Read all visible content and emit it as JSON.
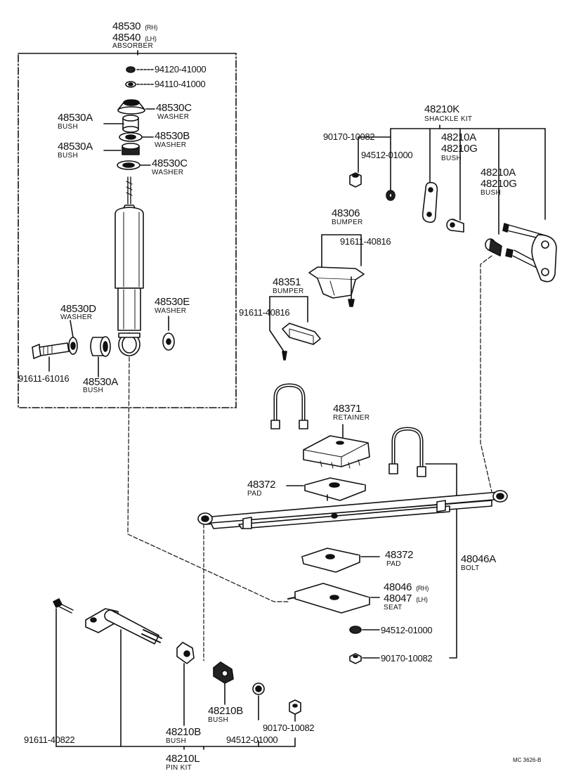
{
  "labels": {
    "absorber_rh": "48530",
    "absorber_lh": "48540",
    "rh": "(RH)",
    "lh": "(LH)",
    "absorber": "ABSORBER",
    "nut_94120": "94120-41000",
    "nut_94110": "94110-41000",
    "washer_48530C_top": "48530C",
    "washer": "WASHER",
    "bush_48530A_top": "48530A",
    "bush": "BUSH",
    "washer_48530B": "48530B",
    "bush_48530A_mid": "48530A",
    "washer_48530C_mid": "48530C",
    "washer_48530D": "48530D",
    "washer_48530E": "48530E",
    "bolt_91611_61016": "91611-61016",
    "bush_48530A_low": "48530A",
    "shackle_kit_no": "48210K",
    "shackle_kit": "SHACKLE KIT",
    "nut_90170_top": "90170-10082",
    "washer_94512_top": "94512-01000",
    "bush_48210A_1": "48210A",
    "bush_48210G_1": "48210G",
    "bush_48210A_2": "48210A",
    "bush_48210G_2": "48210G",
    "bumper_48306": "48306",
    "bumper": "BUMPER",
    "screw_91611_40816_a": "91611-40816",
    "bumper_48351": "48351",
    "screw_91611_40816_b": "91611-40816",
    "retainer_no": "48371",
    "retainer": "RETAINER",
    "pad_48372_top": "48372",
    "pad": "PAD",
    "pad_48372_bottom": "48372",
    "bolt_48046A": "48046A",
    "bolt": "BOLT",
    "seat_rh": "48046",
    "seat_lh": "48047",
    "seat": "SEAT",
    "washer_94512_right": "94512-01000",
    "nut_90170_right": "90170-10082",
    "bolt_91611_40822": "91611-40822",
    "bush_48210B_1": "48210B",
    "bush_48210B_2": "48210B",
    "nut_90170_bottom": "90170-10082",
    "washer_94512_bottom": "94512-01000",
    "pin_kit_no": "48210L",
    "pin_kit": "PIN KIT",
    "diagram_code": "MC 3626-B"
  }
}
